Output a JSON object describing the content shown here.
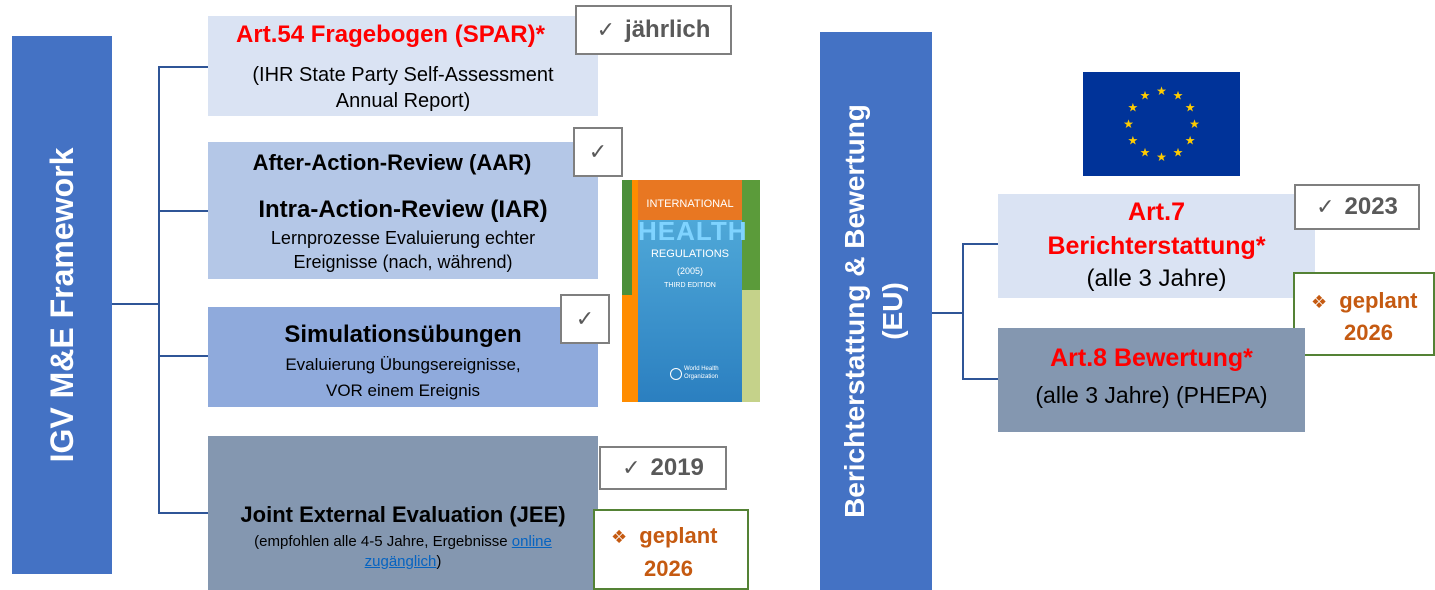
{
  "left": {
    "framework_label": "IGV M&E Framework",
    "spar": {
      "title": "Art.54 Fragebogen (SPAR)*",
      "subtitle_line1": "(IHR State Party Self-Assessment",
      "subtitle_line2": "Annual Report)",
      "check": "jährlich"
    },
    "aar": {
      "title1": "After-Action-Review (AAR)",
      "title2": "Intra-Action-Review (IAR)",
      "desc_line1": "Lernprozesse Evaluierung echter",
      "desc_line2": "Ereignisse (nach, während)"
    },
    "sim": {
      "title": "Simulationsübungen",
      "desc_line1": "Evaluierung Übungsereignisse,",
      "desc_line2": "VOR einem Ereignis"
    },
    "jee": {
      "title": "Joint External Evaluation (JEE)",
      "desc_prefix": "(empfohlen alle 4-5 Jahre, Ergebnisse ",
      "link_line1": "online",
      "link_line2": "zugänglich",
      "desc_suffix": ")",
      "check": "2019",
      "plan_line1": "geplant",
      "plan_line2": "2026"
    },
    "book": {
      "line1": "INTERNATIONAL",
      "line2": "HEALTH",
      "line3": "REGULATIONS",
      "line4": "(2005)",
      "line5": "THIRD EDITION",
      "publisher_line1": "World Health",
      "publisher_line2": "Organization"
    }
  },
  "right": {
    "label_line1": "Berichterstattung & Bewertung",
    "label_line2": "(EU)",
    "art7": {
      "title_line1": "Art.7",
      "title_line2": "Berichterstattung*",
      "desc": "(alle 3 Jahre)",
      "check": "2023",
      "plan_line1": "geplant",
      "plan_line2": "2026"
    },
    "art8": {
      "title": "Art.8 Bewertung*",
      "desc": "(alle 3 Jahre) (PHEPA)"
    }
  },
  "icons": {
    "check": "✓",
    "plan": "❖"
  },
  "colors": {
    "bar": "#4472c4",
    "connector": "#2f5597",
    "spar_box": "#dae3f3",
    "aar_box": "#b4c7e7",
    "sim_box": "#8faadc",
    "jee_box": "#8497b0",
    "art7_box": "#dae3f3",
    "art8_box": "#8497b0",
    "title_red": "#ff0000",
    "plan_orange": "#c55a11",
    "plan_border": "#548235",
    "eu_blue": "#003399",
    "eu_star": "#ffcc00"
  }
}
